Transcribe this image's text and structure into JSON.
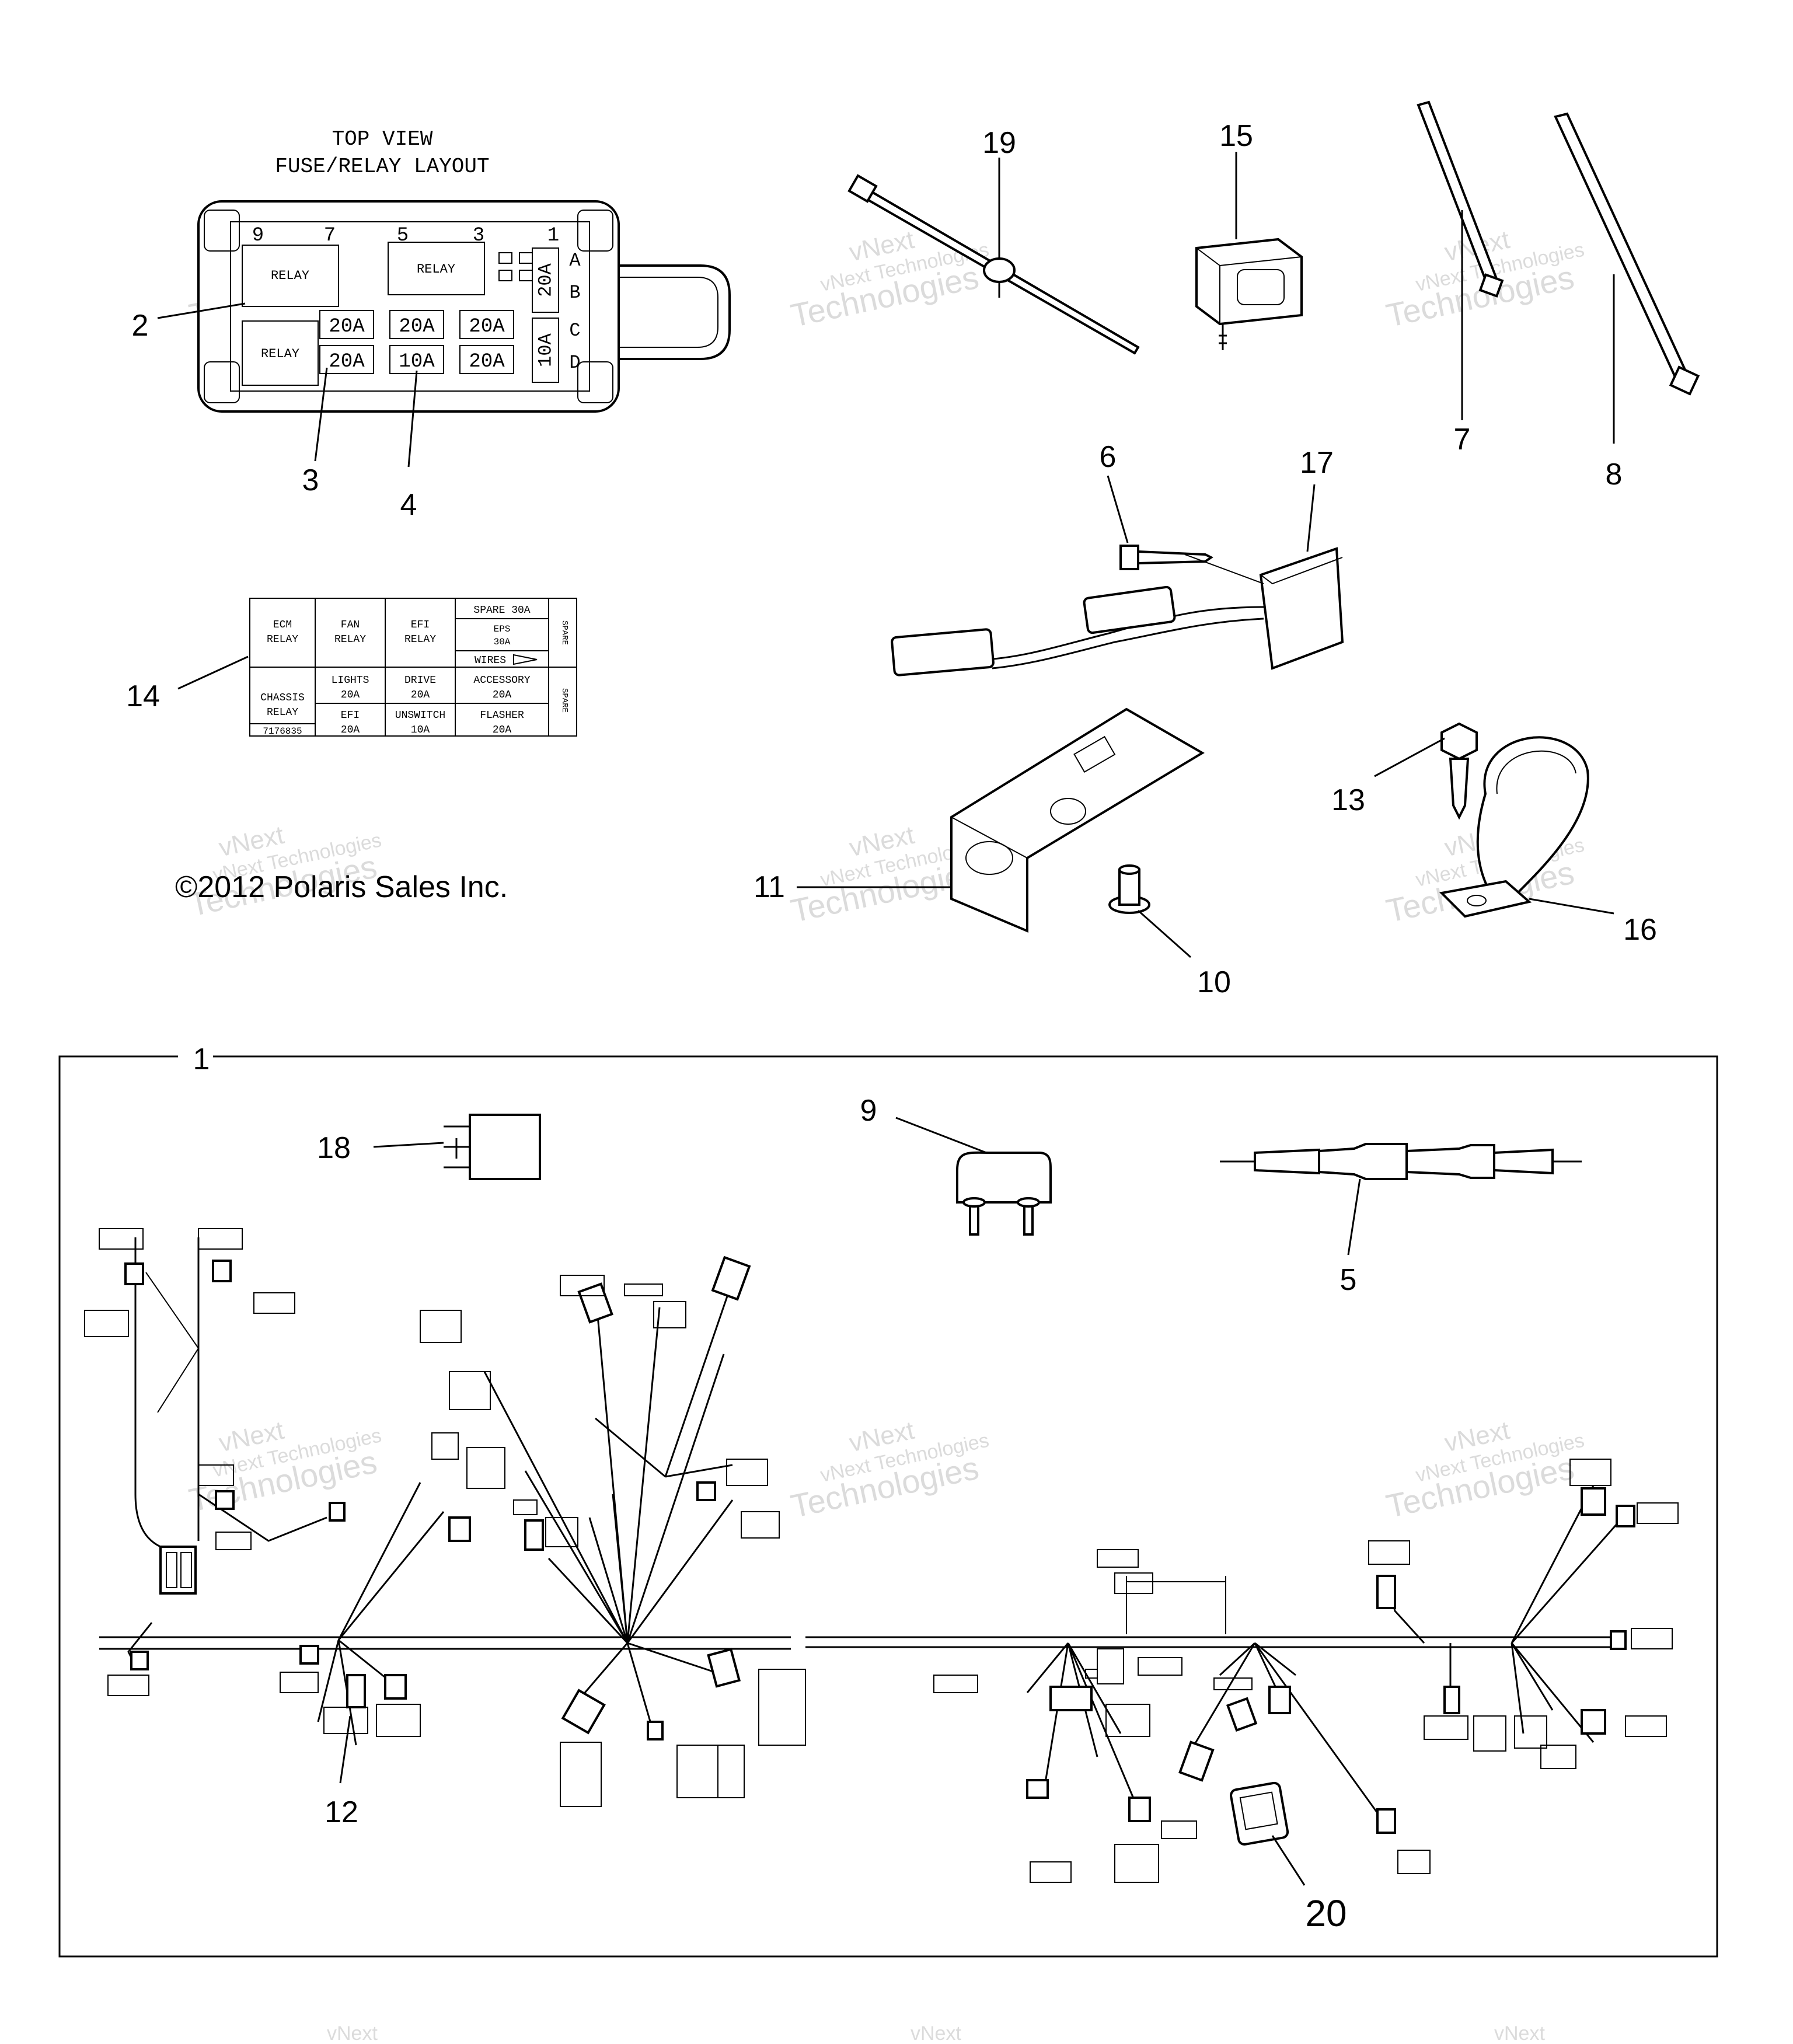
{
  "fuse_box": {
    "title_line1": "TOP VIEW",
    "title_line2": "FUSE/RELAY LAYOUT",
    "top_numbers": [
      "9",
      "7",
      "5",
      "3",
      "1"
    ],
    "side_letters": [
      "A",
      "B",
      "C",
      "D"
    ],
    "relay_label": "RELAY",
    "fuses_row1": [
      "20A",
      "20A",
      "20A"
    ],
    "fuses_row2": [
      "20A",
      "10A",
      "20A"
    ],
    "side_fuse_top": "20A",
    "side_fuse_bottom": "10A"
  },
  "label_sheet": {
    "ecm": "ECM",
    "relay": "RELAY",
    "fan": "FAN",
    "efi": "EFI",
    "spare": "SPARE 30A",
    "eps": "EPS",
    "eps_amp": "30A",
    "wires": "WIRES",
    "lights": "LIGHTS",
    "drive": "DRIVE",
    "accessory": "ACCESSORY",
    "chassis": "CHASSIS",
    "unswitch": "UNSWITCH",
    "flasher": "FLASHER",
    "amp20": "20A",
    "amp10": "10A",
    "part_no": "7176835",
    "spare_side": "SPARE"
  },
  "copyright": "©2012 Polaris Sales Inc.",
  "watermark_line1": "vNext Technologies",
  "watermark_line2": "Technologies",
  "watermark_small": "vNext",
  "callouts": {
    "c1": "1",
    "c2": "2",
    "c3": "3",
    "c4": "4",
    "c5": "5",
    "c6": "6",
    "c7": "7",
    "c8": "8",
    "c9": "9",
    "c10": "10",
    "c11": "11",
    "c12": "12",
    "c13": "13",
    "c14": "14",
    "c15": "15",
    "c16": "16",
    "c17": "17",
    "c18": "18",
    "c19": "19",
    "c20": "20"
  }
}
